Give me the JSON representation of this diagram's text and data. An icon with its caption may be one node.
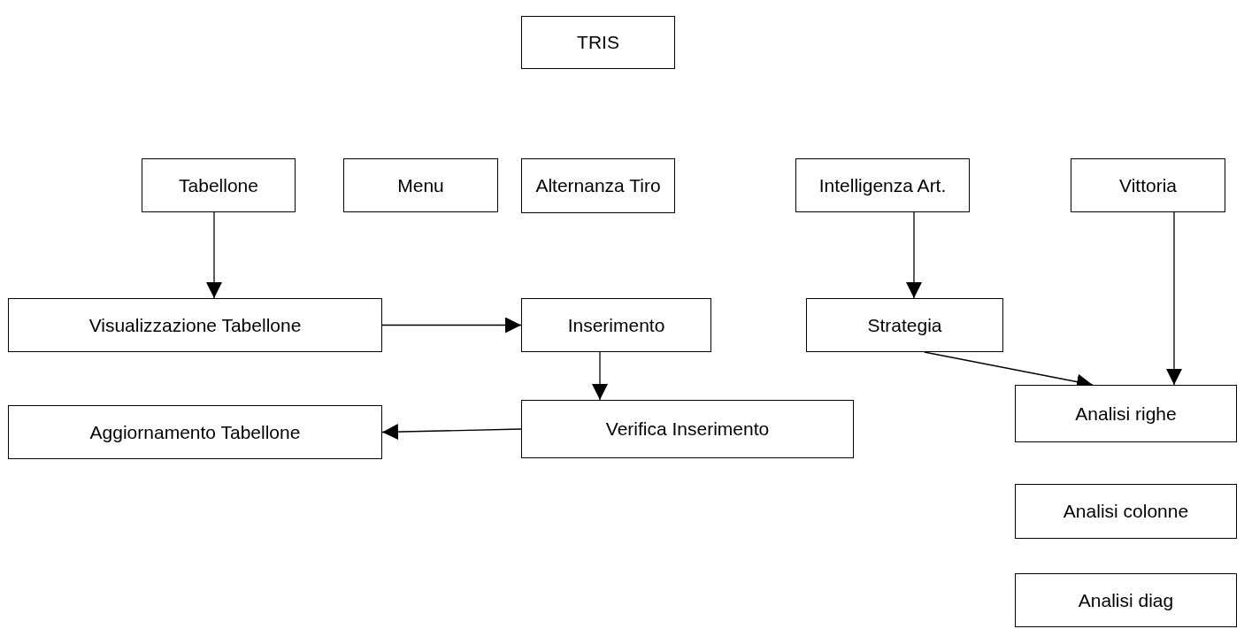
{
  "diagram": {
    "nodes": [
      {
        "text": [
          "TRIS"
        ]
      },
      {
        "text": [
          "Tabellone"
        ]
      },
      {
        "text": [
          "Menu"
        ]
      },
      {
        "text": [
          "Alternanza Tiro"
        ]
      },
      {
        "text": [
          "Intelligenza Art."
        ]
      },
      {
        "text": [
          "Vittoria"
        ]
      },
      {
        "text": [
          "Visualizzazione Tabellone"
        ]
      },
      {
        "text": [
          "Inserimento"
        ]
      },
      {
        "text": [
          "Strategia"
        ]
      },
      {
        "text": [
          "Aggiornamento Tabellone"
        ]
      },
      {
        "text": [
          "Verifica Inserimento"
        ]
      },
      {
        "text": [
          "Analisi righe"
        ]
      },
      {
        "text": [
          "Analisi colonne"
        ]
      },
      {
        "text": [
          "Analisi diag"
        ]
      }
    ],
    "edges": [
      {
        "from": 1,
        "to": 6,
        "arrow": "to"
      },
      {
        "from": 6,
        "to": 7,
        "arrow": "to"
      },
      {
        "from": 7,
        "to": 10,
        "arrow": "to"
      },
      {
        "from": 10,
        "to": 9,
        "arrow": "to"
      },
      {
        "from": 4,
        "to": 8,
        "arrow": "to"
      },
      {
        "from": 8,
        "to": 11,
        "arrow": "to"
      },
      {
        "from": 5,
        "to": 11,
        "arrow": "to"
      }
    ]
  }
}
